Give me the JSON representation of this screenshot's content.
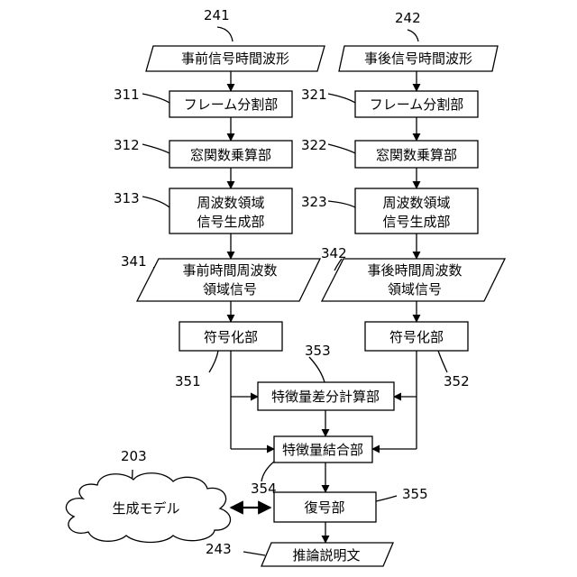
{
  "blocks": {
    "pre_waveform": "事前信号時間波形",
    "post_waveform": "事後信号時間波形",
    "frame_split_a": "フレーム分割部",
    "frame_split_b": "フレーム分割部",
    "window_mult_a": "窓関数乗算部",
    "window_mult_b": "窓関数乗算部",
    "freq_gen_a_line1": "周波数領域",
    "freq_gen_a_line2": "信号生成部",
    "freq_gen_b_line1": "周波数領域",
    "freq_gen_b_line2": "信号生成部",
    "pre_freq_line1": "事前時間周波数",
    "pre_freq_line2": "領域信号",
    "post_freq_line1": "事後時間周波数",
    "post_freq_line2": "領域信号",
    "encoder_a": "符号化部",
    "encoder_b": "符号化部",
    "feature_diff": "特徴量差分計算部",
    "feature_combine": "特徴量結合部",
    "decoder": "復号部",
    "gen_model": "生成モデル",
    "explanation": "推論説明文"
  },
  "refs": {
    "r241": "241",
    "r242": "242",
    "r311": "311",
    "r321": "321",
    "r312": "312",
    "r322": "322",
    "r313": "313",
    "r323": "323",
    "r341": "341",
    "r342": "342",
    "r351": "351",
    "r352": "352",
    "r353": "353",
    "r354": "354",
    "r355": "355",
    "r203": "203",
    "r243": "243"
  }
}
